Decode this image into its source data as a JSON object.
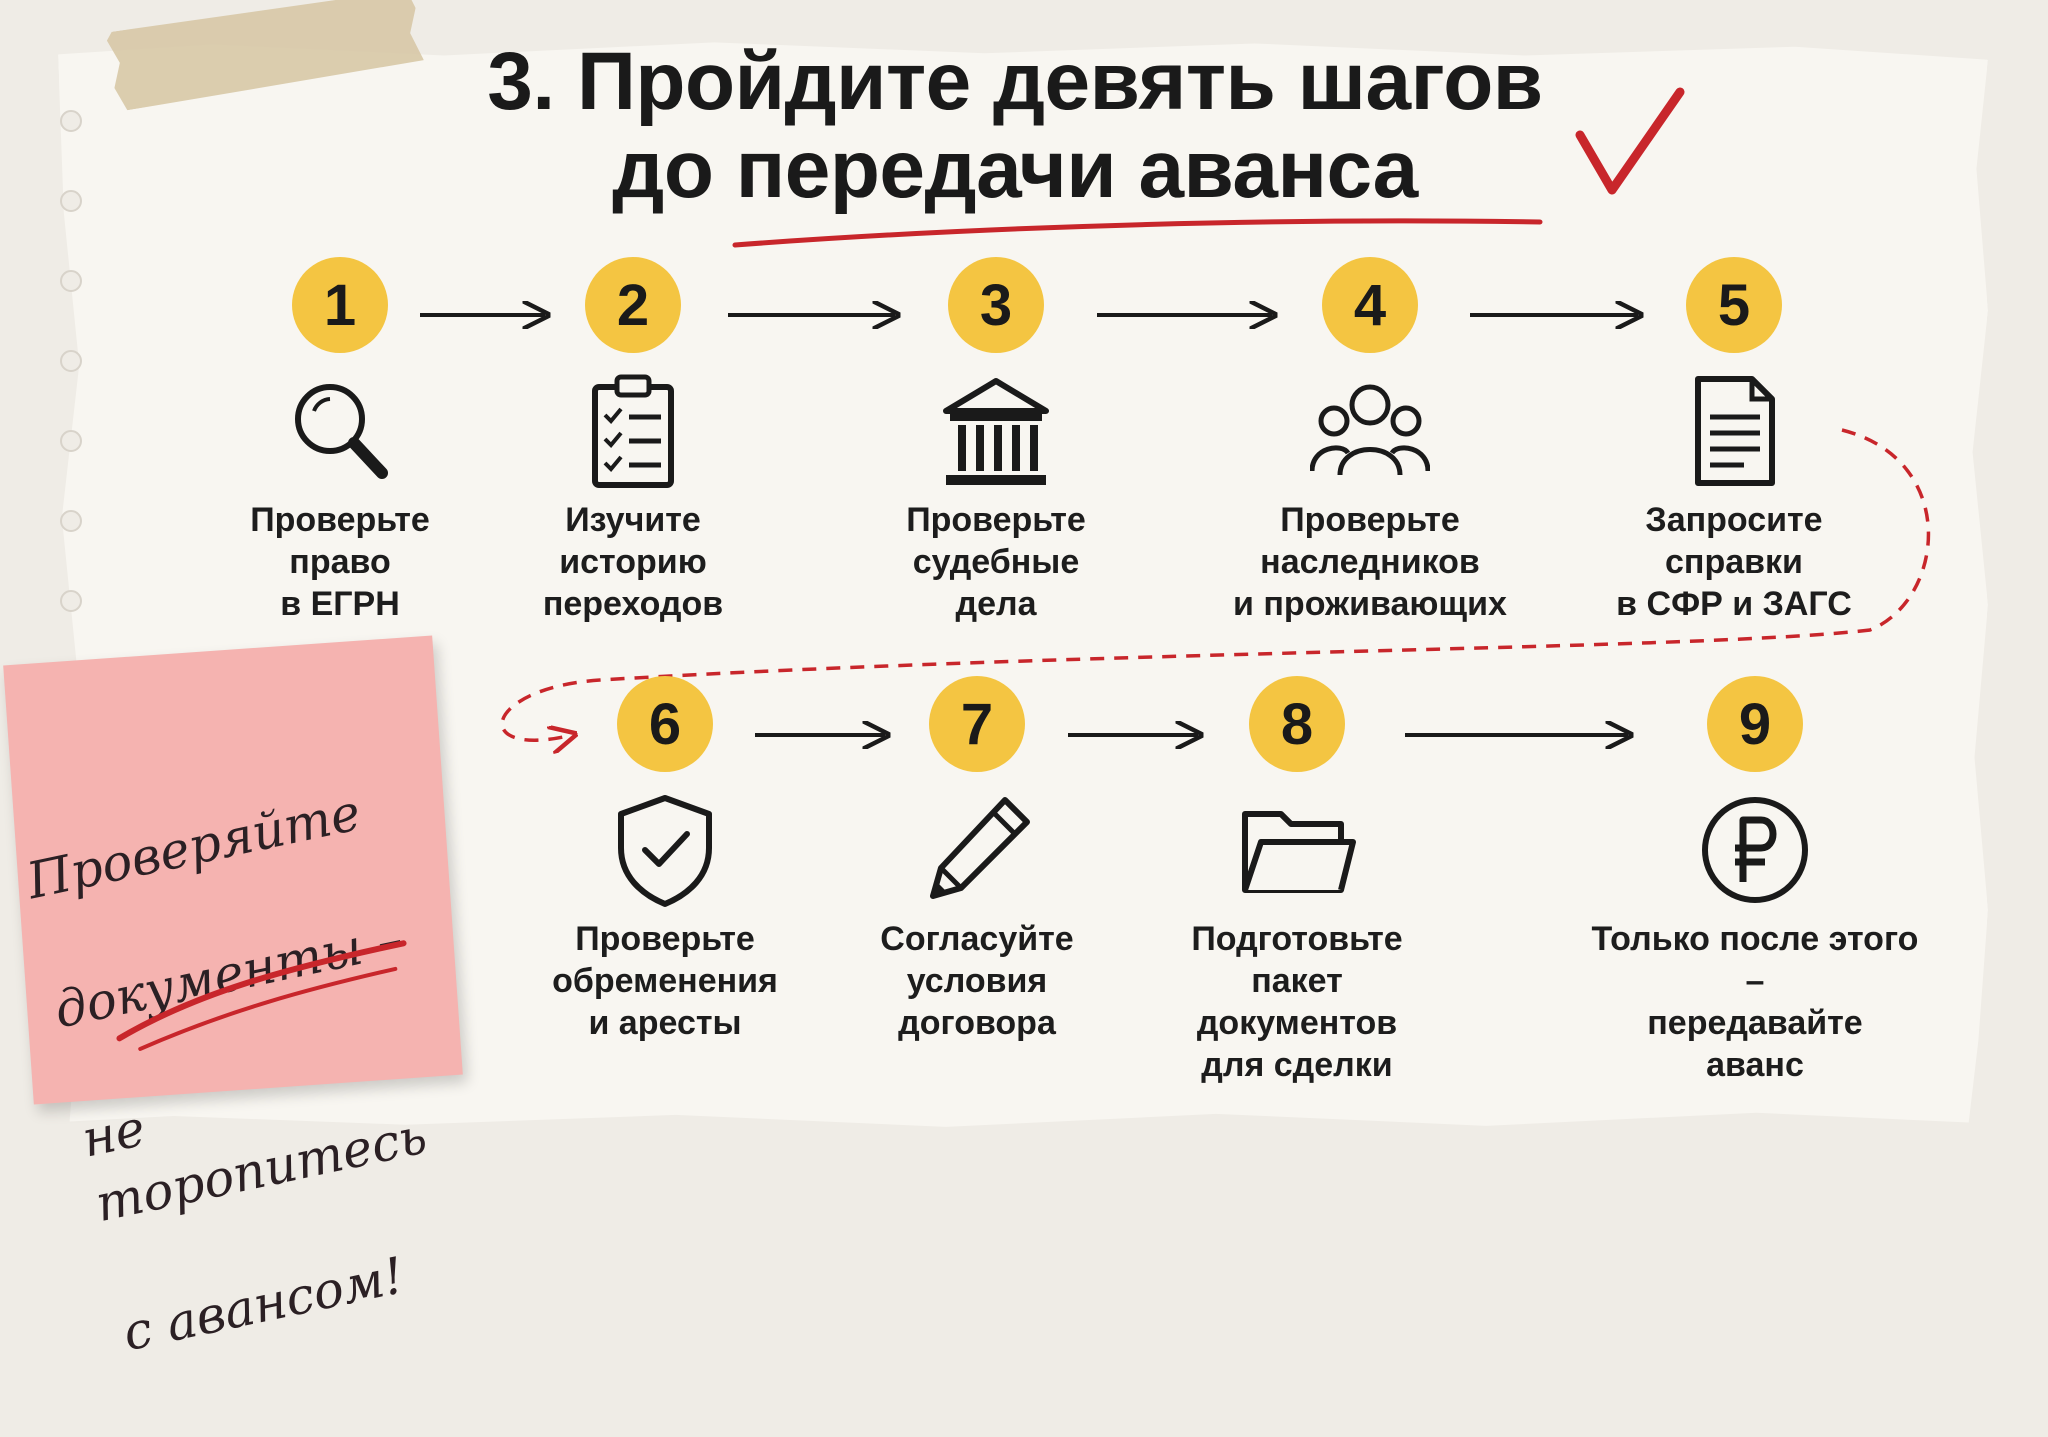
{
  "title": {
    "line1": "3. Пройдите девять шагов",
    "line2": "до передачи аванса"
  },
  "steps": [
    {
      "number": "1",
      "label": "Проверьте\nправо\nв ЕГРН",
      "icon": "magnifier-icon"
    },
    {
      "number": "2",
      "label": "Изучите\nисторию\nпереходов",
      "icon": "clipboard-checklist-icon"
    },
    {
      "number": "3",
      "label": "Проверьте\nсудебные\nдела",
      "icon": "courthouse-icon"
    },
    {
      "number": "4",
      "label": "Проверьте\nнаследников\nи проживающих",
      "icon": "people-group-icon"
    },
    {
      "number": "5",
      "label": "Запросите\nсправки\nв СФР и ЗАГС",
      "icon": "document-icon"
    },
    {
      "number": "6",
      "label": "Проверьте\nобременения\nи аресты",
      "icon": "shield-check-icon"
    },
    {
      "number": "7",
      "label": "Согласуйте\nусловия\nдоговора",
      "icon": "pencil-icon"
    },
    {
      "number": "8",
      "label": "Подготовьте пакет\nдокументов\nдля сделки",
      "icon": "folder-icon"
    },
    {
      "number": "9",
      "label": "Только после этого –\nпередавайте\nаванс",
      "icon": "ruble-coin-icon"
    }
  ],
  "note": {
    "lines": [
      "Проверяйте",
      "документы –",
      "не торопитесь",
      "с авансом!"
    ]
  },
  "colors": {
    "badge": "#f4c542",
    "accent_red": "#c8262b",
    "ink": "#1a1a1a",
    "sticky": "#f5b3b0"
  }
}
